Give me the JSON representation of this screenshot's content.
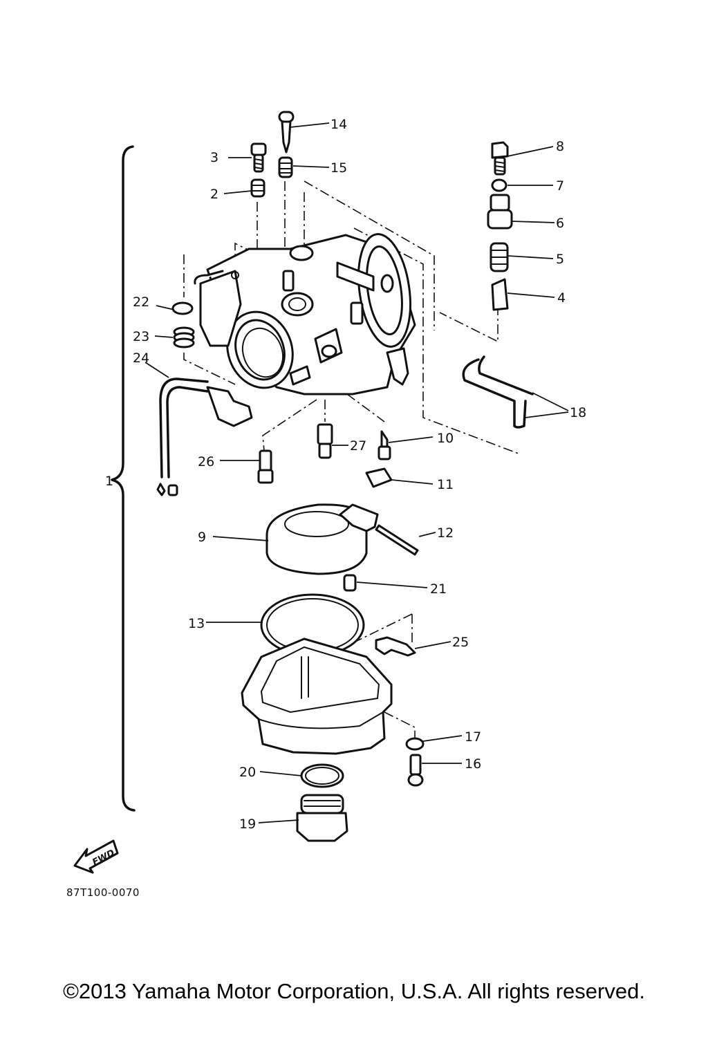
{
  "diagram": {
    "part_labels": {
      "p1": "1",
      "p2": "2",
      "p3": "3",
      "p4": "4",
      "p5": "5",
      "p6": "6",
      "p7": "7",
      "p8": "8",
      "p9": "9",
      "p10": "10",
      "p11": "11",
      "p12": "12",
      "p13": "13",
      "p14": "14",
      "p15": "15",
      "p16": "16",
      "p17": "17",
      "p18": "18",
      "p19": "19",
      "p20": "20",
      "p21": "21",
      "p22": "22",
      "p23": "23",
      "p24": "24",
      "p25": "25",
      "p26": "26",
      "p27": "27"
    },
    "fwd_label": "FWD",
    "diagram_code": "87T100-0070"
  },
  "footer": {
    "copyright": "©2013 Yamaha Motor Corporation, U.S.A. All rights reserved."
  }
}
